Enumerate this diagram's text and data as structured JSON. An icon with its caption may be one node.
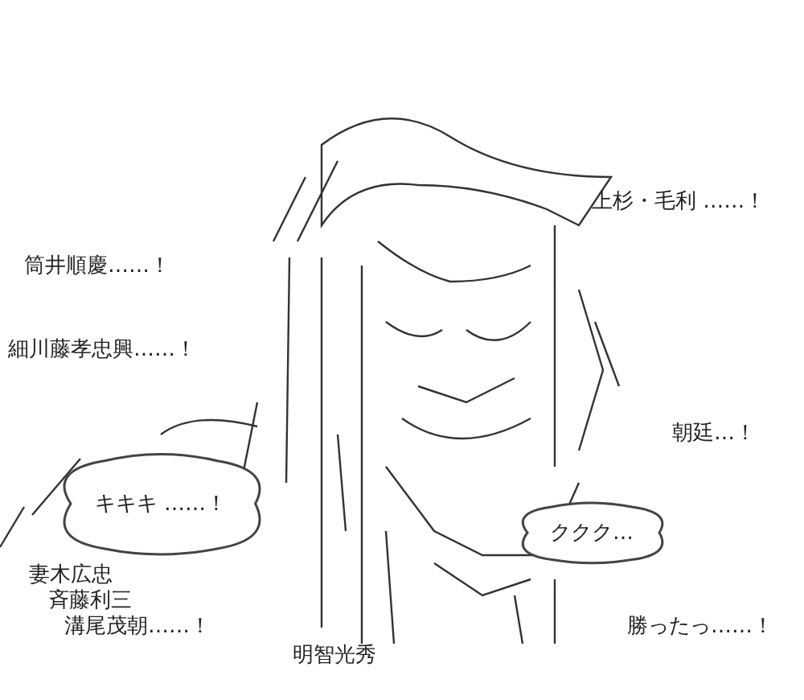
{
  "diagram": {
    "nodes": [
      {
        "text": [
          "キキキ ……！"
        ]
      },
      {
        "text": [
          "ククク…"
        ]
      }
    ],
    "edges": [],
    "labels": [
      "上杉・毛利 ……！",
      "筒井順慶……！",
      "細川藤孝忠興……！",
      "朝廷…！",
      "妻木広忠",
      "斉藤利三",
      "溝尾茂朝……！",
      "明智光秀",
      "勝ったっ……！"
    ]
  }
}
